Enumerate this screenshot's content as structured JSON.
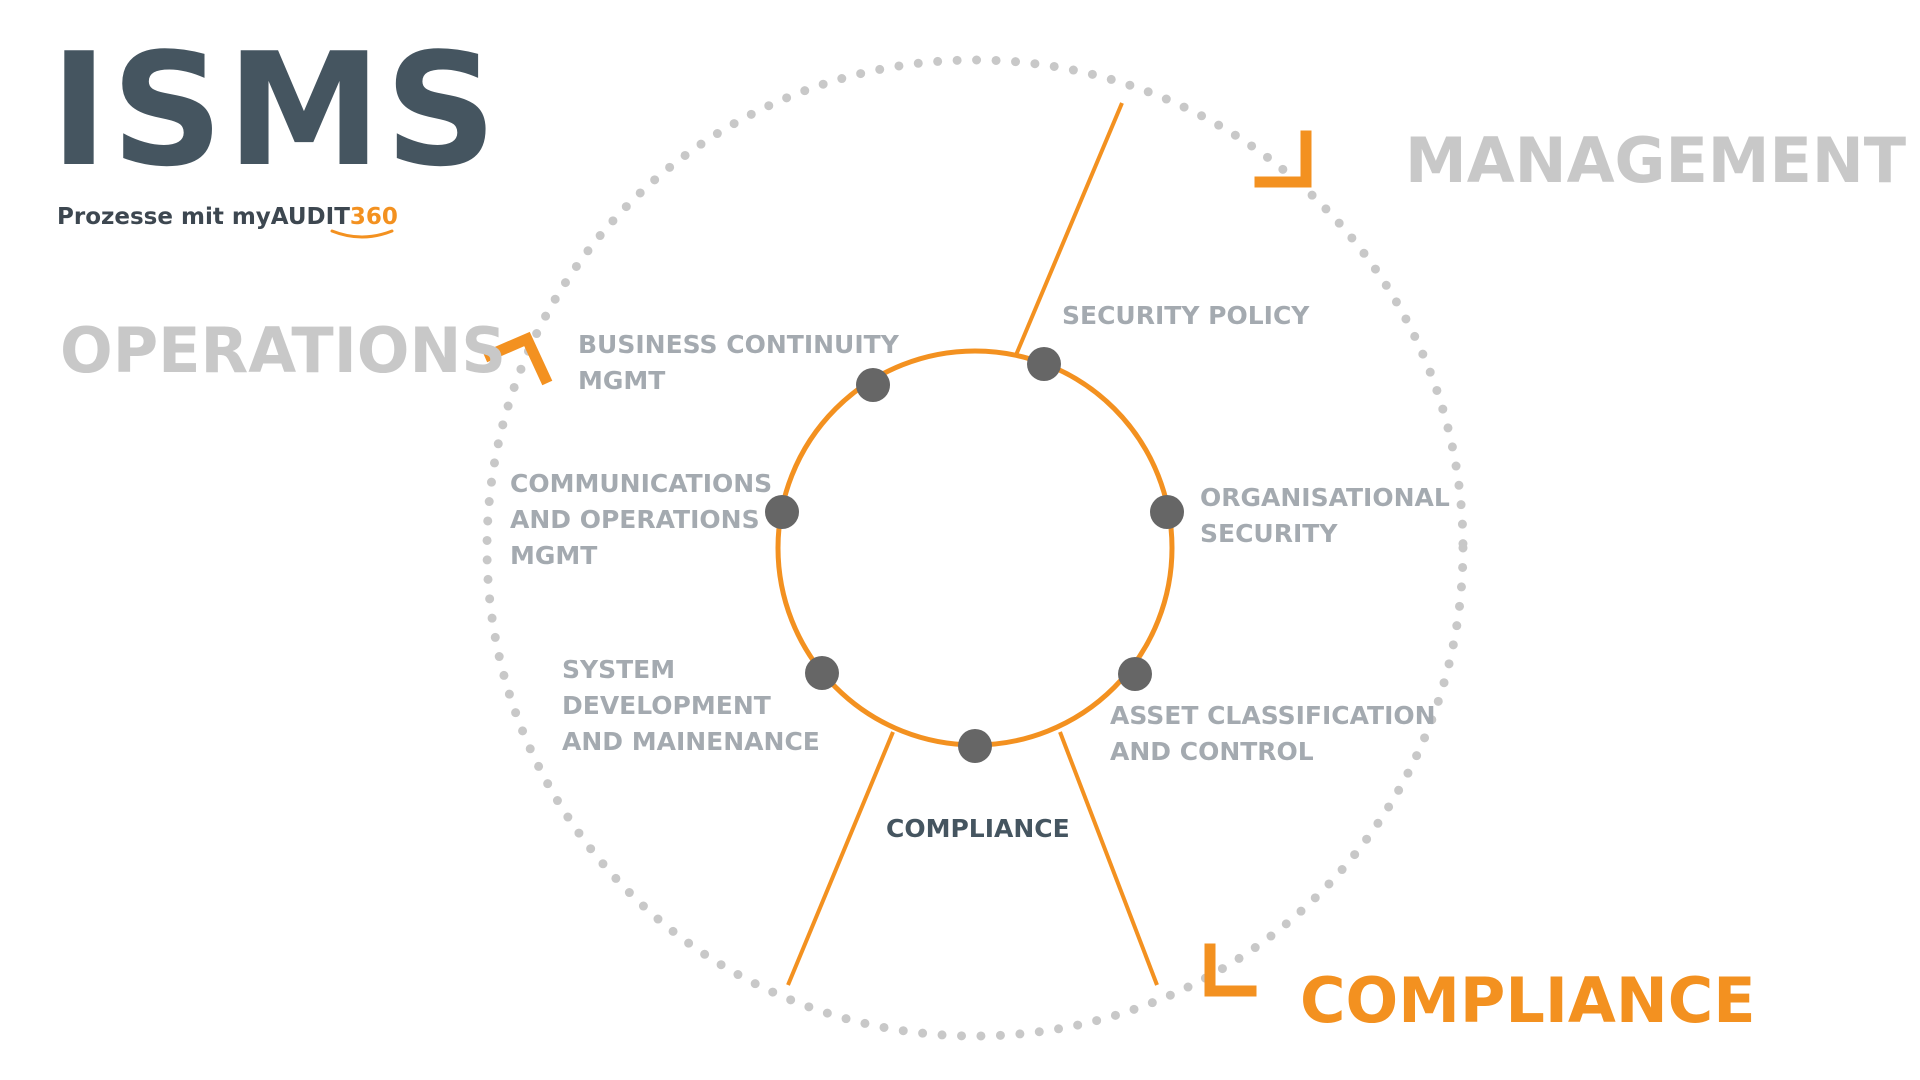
{
  "brand": {
    "title": "ISMS",
    "subtitle": "Prozesse mit myAUDIT",
    "subtitle_accent": "360"
  },
  "quadrants": {
    "management": "MANAGEMENT",
    "operations": "OPERATIONS",
    "compliance": "COMPLIANCE"
  },
  "nodes": {
    "security_policy": "SECURITY POLICY",
    "organisational_security": "ORGANISATIONAL\nSECURITY",
    "asset_classification": "ASSET CLASSIFICATION\nAND CONTROL",
    "compliance": "COMPLIANCE",
    "system_development": "SYSTEM\nDEVELOPMENT\nAND MAINENANCE",
    "communications_operations": "COMMUNICATIONS\nAND OPERATIONS\nMGMT",
    "business_continuity": "BUSINESS CONTINUITY\nMGMT"
  },
  "colors": {
    "accent": "#f39120",
    "dark_text": "#455560",
    "muted_text": "#c8c8c8",
    "node_text": "#a4aab0",
    "node_dot": "#666666",
    "dotted_ring": "#c8c8c8"
  }
}
